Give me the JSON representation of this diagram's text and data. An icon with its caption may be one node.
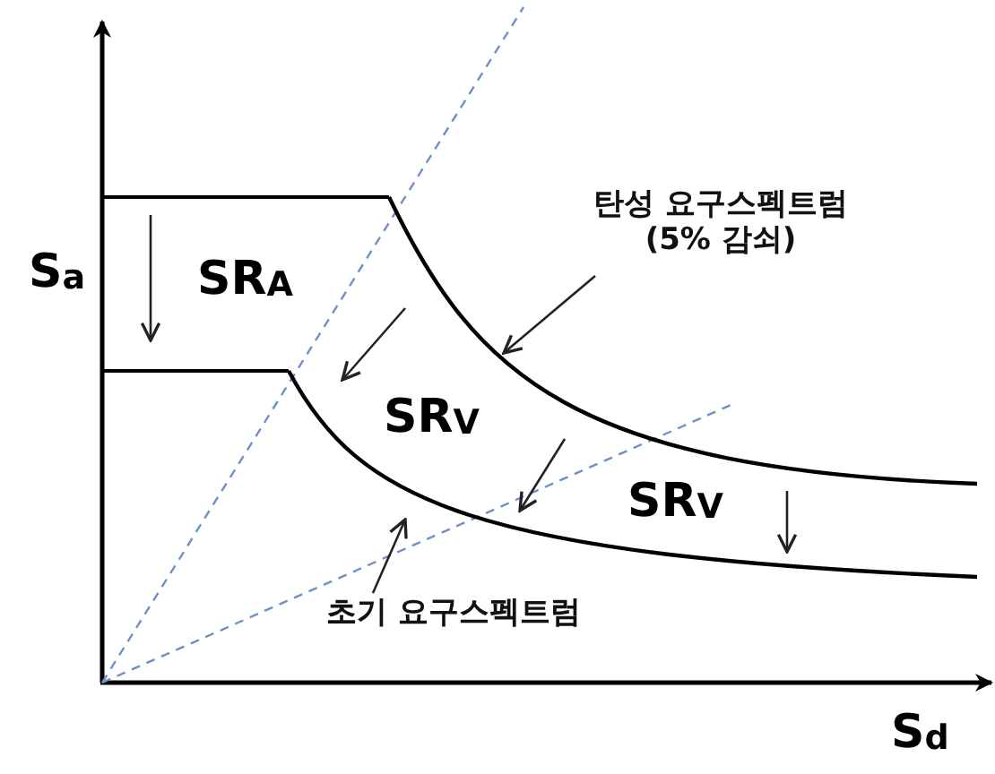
{
  "diagram": {
    "nodes": [
      {
        "text": [
          "탄성 요구스펙트럼 (5% 감쇠)"
        ]
      },
      {
        "text": [
          "초기 요구스펙트럼"
        ]
      }
    ],
    "edges": [
      {
        "from": 0,
        "to": null,
        "arrow": "to"
      },
      {
        "from": 1,
        "to": null,
        "arrow": "to"
      }
    ],
    "labels": [
      "S$_{a}$",
      "SR$_{A}$",
      "SR$_{V}$",
      "SR$_{V}$",
      "S$_{d}$"
    ]
  }
}
